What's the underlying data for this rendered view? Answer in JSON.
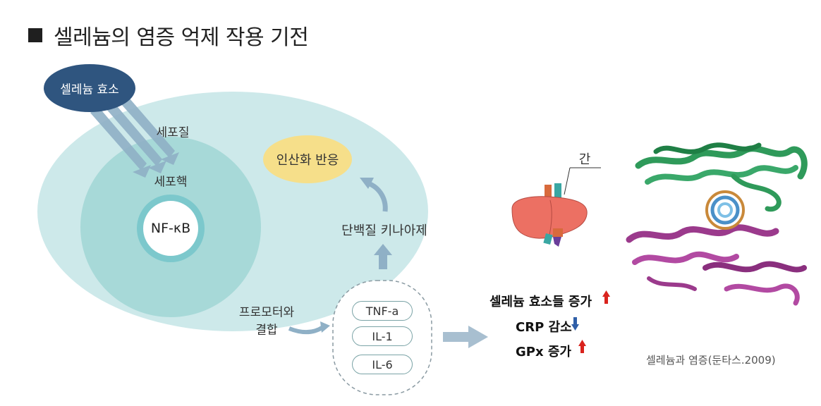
{
  "title": "셀레늄의 염증 억제 작용 기전",
  "diagram": {
    "enzyme_label": "셀레늄 효소",
    "cytoplasm_label": "세포질",
    "nucleus_label": "세포핵",
    "nfkb_label": "NF-κB",
    "oxidation_label": "인산화 반응",
    "kinase_label": "단백질 키나아제",
    "promoter_label_line1": "프로모터와",
    "promoter_label_line2": "결합",
    "cytokines": [
      "TNF-a",
      "IL-1",
      "IL-6"
    ],
    "liver_label": "간"
  },
  "results": [
    {
      "text": "셀레늄 효소들 증가",
      "direction": "up"
    },
    {
      "text": "CRP 감소",
      "direction": "down"
    },
    {
      "text": "GPx 증가",
      "direction": "up"
    }
  ],
  "caption": "셀레늄과 염증(둔타스.2009)",
  "colors": {
    "cell": "#cde9ea",
    "nucleus": "#a7d9d8",
    "nfkb_ring": "#7cc8cc",
    "enzyme": "#2f557f",
    "oxidation": "#f6df8a",
    "arrow": "#8fb0c6",
    "up_arrow": "#d9231d",
    "down_arrow": "#2f5fa8"
  }
}
